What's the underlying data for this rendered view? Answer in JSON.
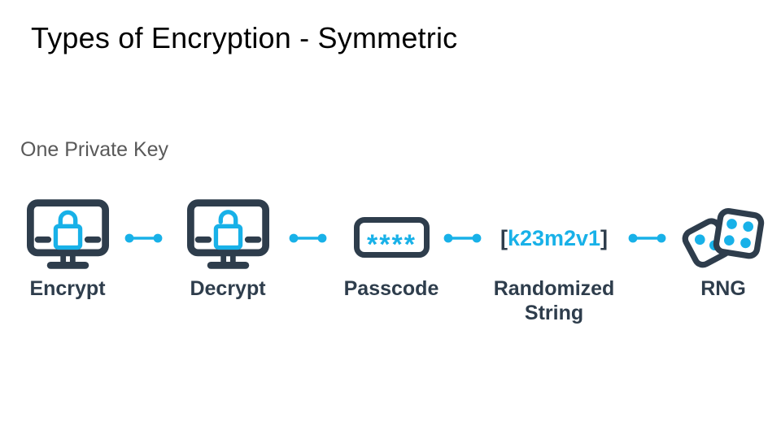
{
  "slide": {
    "title": "Types of Encryption - Symmetric",
    "subtitle": "One Private Key"
  },
  "colors": {
    "title_color": "#000000",
    "subtitle_color": "#595959",
    "icon_dark": "#2e3d4c",
    "accent_cyan": "#18b1e8",
    "background": "#ffffff"
  },
  "flow": {
    "connector_style": "dot-line-dot",
    "items": [
      {
        "id": "encrypt",
        "label": "Encrypt",
        "icon": "monitor-locked-icon"
      },
      {
        "id": "decrypt",
        "label": "Decrypt",
        "icon": "monitor-unlocked-icon"
      },
      {
        "id": "passcode",
        "label": "Passcode",
        "icon": "passcode-field-icon",
        "mask": "****"
      },
      {
        "id": "randomized-string",
        "label": "Randomized String",
        "icon": "bracketed-string-icon",
        "bracket_open": "[",
        "text": "k23m2v1",
        "bracket_close": "]"
      },
      {
        "id": "rng",
        "label": "RNG",
        "icon": "dice-icon"
      }
    ]
  }
}
